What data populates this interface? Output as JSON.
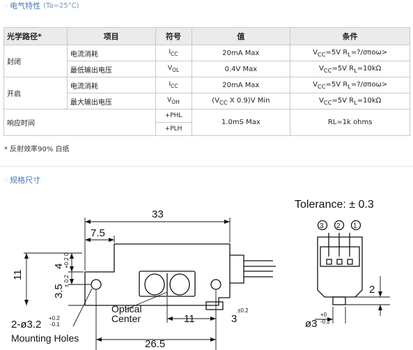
{
  "section1": {
    "title": "电气特性",
    "subtitle": "(Ta=25°C)"
  },
  "table": {
    "headers": [
      "光学路径*",
      "项目",
      "符号",
      "值",
      "条件"
    ],
    "closed_label": "封闭",
    "open_label": "开启",
    "response_label": "响应时间",
    "rows": {
      "r1": {
        "item": "电流消耗",
        "sym": "I",
        "sub": "CC",
        "value": "20mA Max",
        "cond": "V",
        "cond_sub": "CC",
        "cond_rest": "=5V R",
        "cond_sub2": "L",
        "cond_end": "=?/σποω>"
      },
      "r2": {
        "item": "最低输出电压",
        "sym": "V",
        "sub": "OL",
        "value": "0.4V Max",
        "cond": "V",
        "cond_sub": "CC",
        "cond_rest": "=5V R",
        "cond_sub2": "L",
        "cond_end": "=10kΩ"
      },
      "r3": {
        "item": "电流消耗",
        "sym": "I",
        "sub": "CC",
        "value": "20mA Max",
        "cond": "V",
        "cond_sub": "CC",
        "cond_rest": "=5V R",
        "cond_sub2": "L",
        "cond_end": "=?/σποω>"
      },
      "r4": {
        "item": "最大输出电压",
        "sym": "V",
        "sub": "OH",
        "value_a": "(V",
        "value_sub": "CC",
        "value_b": " X 0.9)V Min",
        "cond": "V",
        "cond_sub": "CC",
        "cond_rest": "=5V R",
        "cond_sub2": "L",
        "cond_end": "=10kΩ"
      },
      "r5": {
        "sym_a": "+PHL",
        "sym_b": "+PLH",
        "value": "1.0mS Max",
        "cond": "RL=1k ohms"
      }
    }
  },
  "note": "* 反射效率90% 白纸",
  "section2": {
    "title": "规格尺寸"
  },
  "drawing": {
    "tolerance": "Tolerance: ± 0.3",
    "dim_33": "33",
    "dim_7_5": "7.5",
    "dim_11_left": "11",
    "dim_4": "4",
    "dim_4_tol_a": "+0.2",
    "dim_4_tol_b": "0",
    "dim_3_5": "3.5",
    "dim_3_5_tol": "± 0.2",
    "optical_center_a": "Optical",
    "optical_center_b": "Center",
    "dim_11_bottom": "11",
    "dim_3": "3",
    "dim_3_tol": "±0.2",
    "holes_a": "2-ø3.2",
    "holes_tol_a": "+0.2",
    "holes_tol_b": "-0.1",
    "mounting_holes": "Mounting Holes",
    "dim_26_5": "26.5",
    "pin1": "1",
    "pin2": "2",
    "pin3": "3",
    "dim_2": "2",
    "dim_o3": "ø3",
    "dim_o3_tol_a": "+0",
    "dim_o3_tol_b": "-0.2"
  }
}
